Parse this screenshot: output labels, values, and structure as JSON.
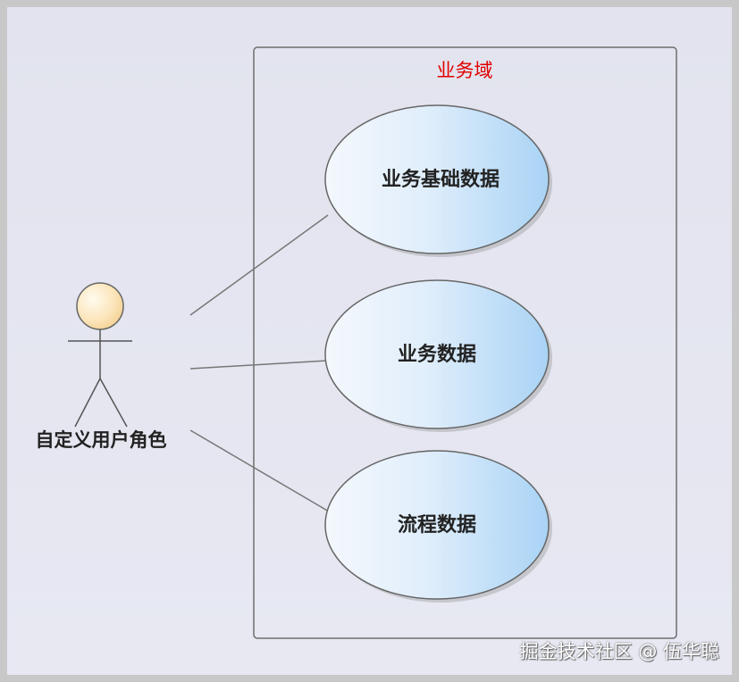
{
  "diagram": {
    "boundary": {
      "label": "业务域",
      "label_color": "#e00000"
    },
    "actor": {
      "label": "自定义用户角色"
    },
    "use_cases": [
      {
        "label": "业务基础数据"
      },
      {
        "label": "业务数据"
      },
      {
        "label": "流程数据"
      }
    ]
  },
  "watermark": "掘金技术社区 @ 伍华聪"
}
